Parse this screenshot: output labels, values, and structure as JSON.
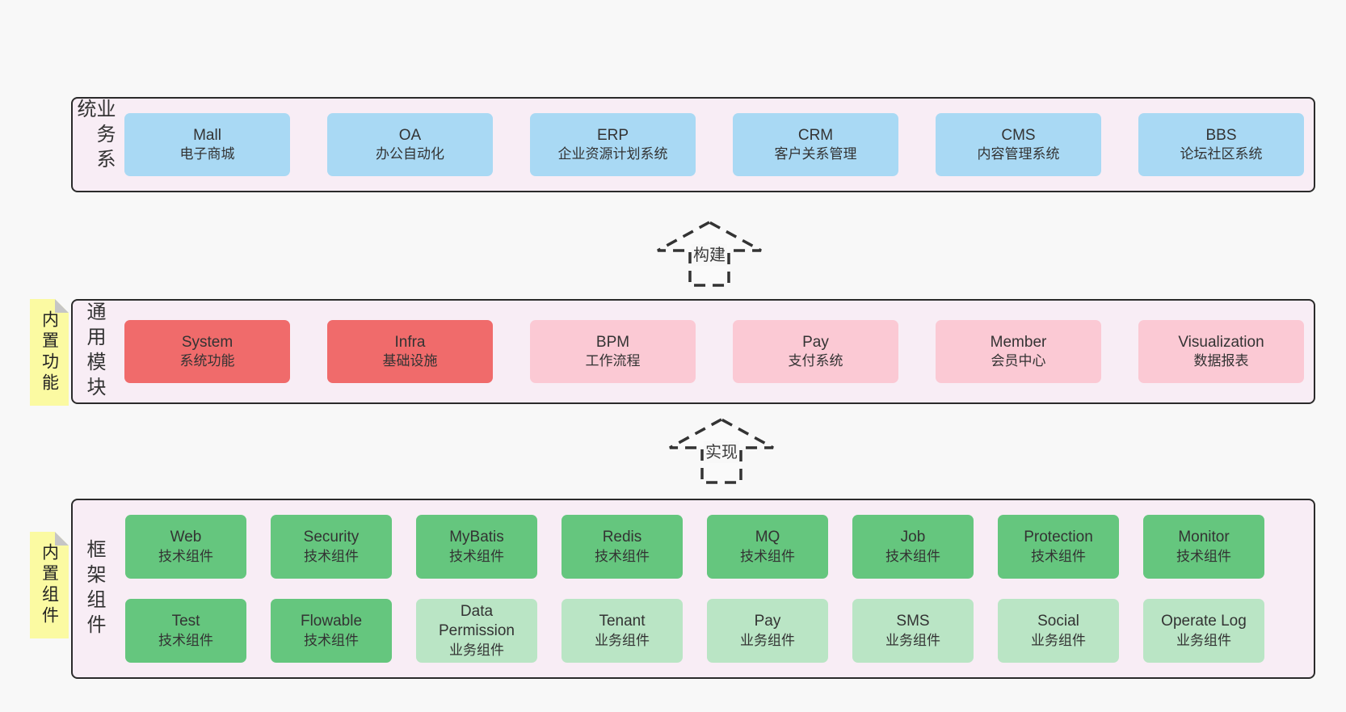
{
  "page": {
    "background": "#f8f8f8"
  },
  "colors": {
    "section_background": "#f8edf5",
    "section_border": "#2b2b2b",
    "blue_box": "#a9d9f4",
    "red_box": "#f06b6b",
    "pink_box": "#fbc9d4",
    "green_box": "#65c67e",
    "light_green_box": "#bae5c5",
    "sticky_tab": "#fbfaa2",
    "sticky_tab_fold": "#c6c6c6",
    "text": "#333333"
  },
  "arrows": [
    {
      "label": "构建"
    },
    {
      "label": "实现"
    }
  ],
  "tabs": [
    {
      "label": "内置功能"
    },
    {
      "label": "内置组件"
    }
  ],
  "sections": {
    "business": {
      "label": "业务系统",
      "boxes": [
        {
          "name": "Mall",
          "label": "电子商城",
          "type": "blue"
        },
        {
          "name": "OA",
          "label": "办公自动化",
          "type": "blue"
        },
        {
          "name": "ERP",
          "label": "企业资源计划系统",
          "type": "blue"
        },
        {
          "name": "CRM",
          "label": "客户关系管理",
          "type": "blue"
        },
        {
          "name": "CMS",
          "label": "内容管理系统",
          "type": "blue"
        },
        {
          "name": "BBS",
          "label": "论坛社区系统",
          "type": "blue"
        }
      ]
    },
    "modules": {
      "label": "通用模块",
      "boxes": [
        {
          "name": "System",
          "label": "系统功能",
          "type": "red"
        },
        {
          "name": "Infra",
          "label": "基础设施",
          "type": "red"
        },
        {
          "name": "BPM",
          "label": "工作流程",
          "type": "pink"
        },
        {
          "name": "Pay",
          "label": "支付系统",
          "type": "pink"
        },
        {
          "name": "Member",
          "label": "会员中心",
          "type": "pink"
        },
        {
          "name": "Visualization",
          "label": "数据报表",
          "type": "pink"
        }
      ]
    },
    "components": {
      "label": "框架组件",
      "boxes": [
        {
          "name": "Web",
          "label": "技术组件",
          "type": "green"
        },
        {
          "name": "Security",
          "label": "技术组件",
          "type": "green"
        },
        {
          "name": "MyBatis",
          "label": "技术组件",
          "type": "green"
        },
        {
          "name": "Redis",
          "label": "技术组件",
          "type": "green"
        },
        {
          "name": "MQ",
          "label": "技术组件",
          "type": "green"
        },
        {
          "name": "Job",
          "label": "技术组件",
          "type": "green"
        },
        {
          "name": "Protection",
          "label": "技术组件",
          "type": "green"
        },
        {
          "name": "Monitor",
          "label": "技术组件",
          "type": "green"
        },
        {
          "name": "Test",
          "label": "技术组件",
          "type": "green"
        },
        {
          "name": "Flowable",
          "label": "技术组件",
          "type": "green"
        },
        {
          "name": "Data Permission",
          "label": "业务组件",
          "type": "light-green"
        },
        {
          "name": "Tenant",
          "label": "业务组件",
          "type": "light-green"
        },
        {
          "name": "Pay",
          "label": "业务组件",
          "type": "light-green"
        },
        {
          "name": "SMS",
          "label": "业务组件",
          "type": "light-green"
        },
        {
          "name": "Social",
          "label": "业务组件",
          "type": "light-green"
        },
        {
          "name": "Operate Log",
          "label": "业务组件",
          "type": "light-green"
        }
      ]
    }
  }
}
